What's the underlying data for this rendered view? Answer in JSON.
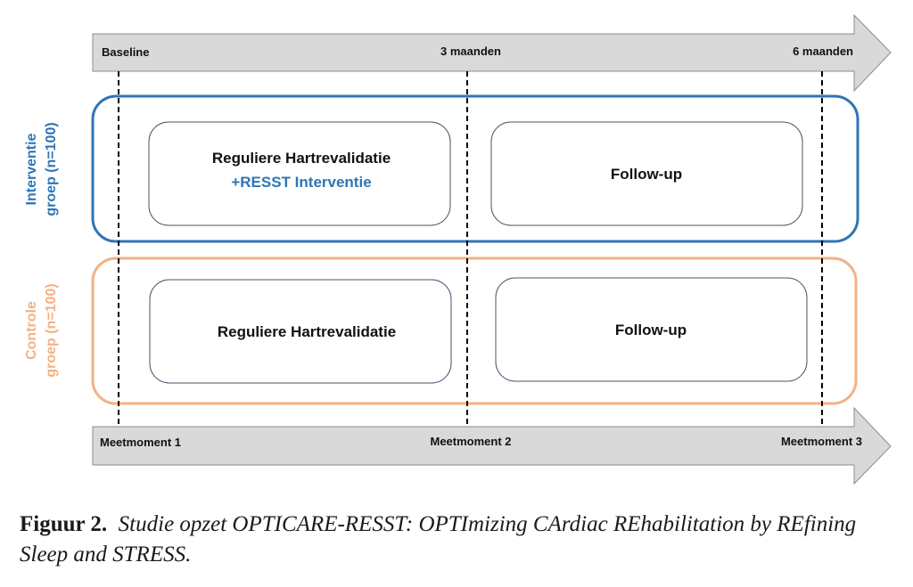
{
  "timeline_top": {
    "start": "Baseline",
    "middle": "3 maanden",
    "end": "6 maanden"
  },
  "timeline_bottom": {
    "start": "Meetmoment 1",
    "middle": "Meetmoment 2",
    "end": "Meetmoment 3"
  },
  "intervention_group": {
    "label_line1": "Interventie",
    "label_line2": "groep (n=100)",
    "color": "#2E75B6",
    "phase1_line1": "Reguliere Hartrevalidatie",
    "phase1_line2": "+RESST Interventie",
    "phase2": "Follow-up"
  },
  "control_group": {
    "label_line1": "Controle",
    "label_line2": "groep (n=100)",
    "color": "#F4B183",
    "phase1": "Reguliere Hartrevalidatie",
    "phase2": "Follow-up"
  },
  "caption": {
    "label": "Figuur 2.",
    "text": "Studie opzet OPTICARE-RESST: OPTImizing CArdiac REhabilitation by REfining Sleep and STRESS."
  }
}
